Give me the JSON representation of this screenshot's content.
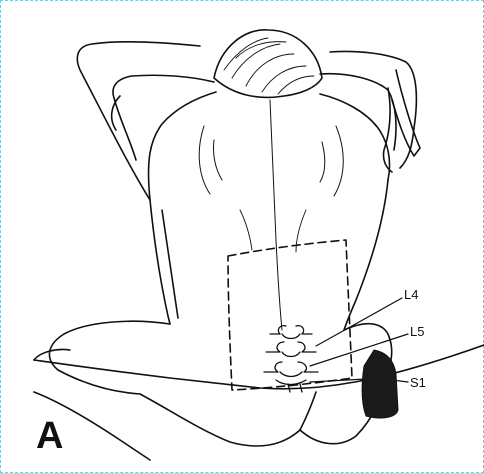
{
  "figure": {
    "panel_letter": "A",
    "labels": {
      "l4": "L4",
      "l5": "L5",
      "s1": "S1"
    }
  }
}
